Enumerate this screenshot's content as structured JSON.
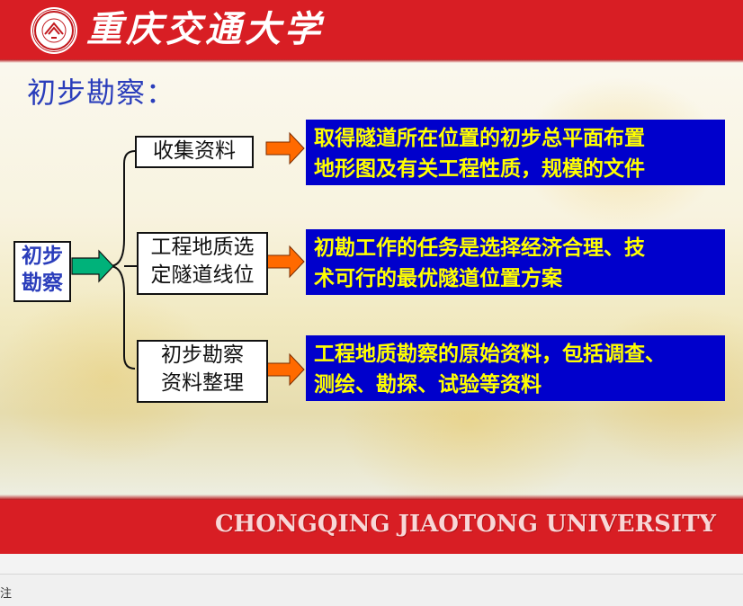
{
  "header": {
    "university_cn": "重庆交通大学",
    "colors": {
      "red": "#d81e24"
    }
  },
  "slide": {
    "title": "初步勘察：",
    "root": {
      "line1": "初步",
      "line2": "勘察"
    },
    "branches": [
      {
        "box": {
          "line1": "收集资料"
        },
        "detail": {
          "line1": "取得隧道所在位置的初步总平面布置",
          "line2": "地形图及有关工程性质，规模的文件"
        }
      },
      {
        "box": {
          "line1": "工程地质选",
          "line2": "定隧道线位"
        },
        "detail": {
          "line1": "初勘工作的任务是选择经济合理、技",
          "line2": "术可行的最优隧道位置方案"
        }
      },
      {
        "box": {
          "line1": "初步勘察",
          "line2": "资料整理"
        },
        "detail": {
          "line1": "工程地质勘察的原始资料，包括调查、",
          "line2": "测绘、勘探、试验等资料"
        }
      }
    ],
    "colors": {
      "panel_bg": "#0000cc",
      "panel_text": "#ffff00",
      "title": "#2a3dbb",
      "arrow": "#ff6a00",
      "root_arrow": "#00b27a"
    }
  },
  "footer": {
    "university_en": "CHONGQING JIAOTONG UNIVERSITY"
  },
  "notes": {
    "label": "注"
  }
}
